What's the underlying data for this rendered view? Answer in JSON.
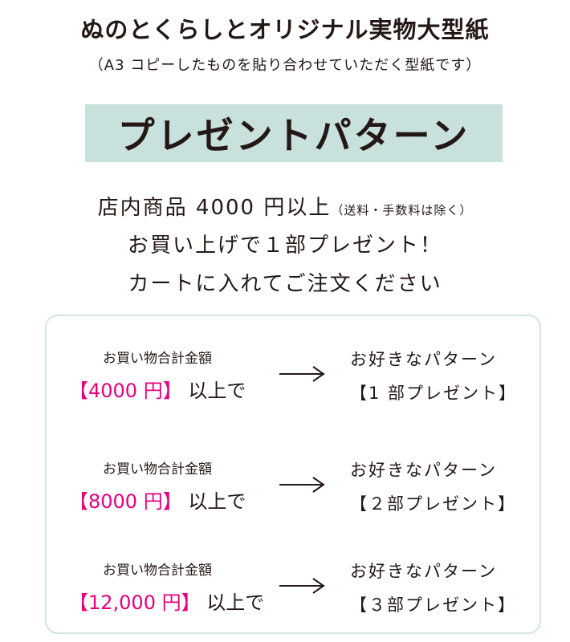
{
  "header": {
    "title": "ぬのとくらしとオリジナル実物大型紙",
    "subtitle": "（A3 コピーしたものを貼り合わせていただく型紙です）"
  },
  "banner": {
    "text": "プレゼントパターン",
    "bg_color": "#c8e1dd"
  },
  "conditions": {
    "line1_main": "店内商品 4000 円以上",
    "line1_note": "（送料・手数料は除く）",
    "line2": "お買い上げで１部プレゼント！",
    "line3": "カートに入れてご注文ください"
  },
  "tiers": [
    {
      "label": "お買い物合計金額",
      "amount": "【4000 円】",
      "suffix": "以上で",
      "pattern": "お好きなパターン",
      "gift": "【1 部プレゼント】"
    },
    {
      "label": "お買い物合計金額",
      "amount": "【8000 円】",
      "suffix": "以上で",
      "pattern": "お好きなパターン",
      "gift": "【２部プレゼント】"
    },
    {
      "label": "お買い物合計金額",
      "amount": "【12,000 円】",
      "suffix": "以上で",
      "pattern": "お好きなパターン",
      "gift": "【３部プレゼント】"
    }
  ],
  "colors": {
    "accent_pink": "#e4007f",
    "text": "#231815",
    "panel_border": "#d0e6e2"
  },
  "icons": {
    "arrow": "arrow-right-icon"
  }
}
